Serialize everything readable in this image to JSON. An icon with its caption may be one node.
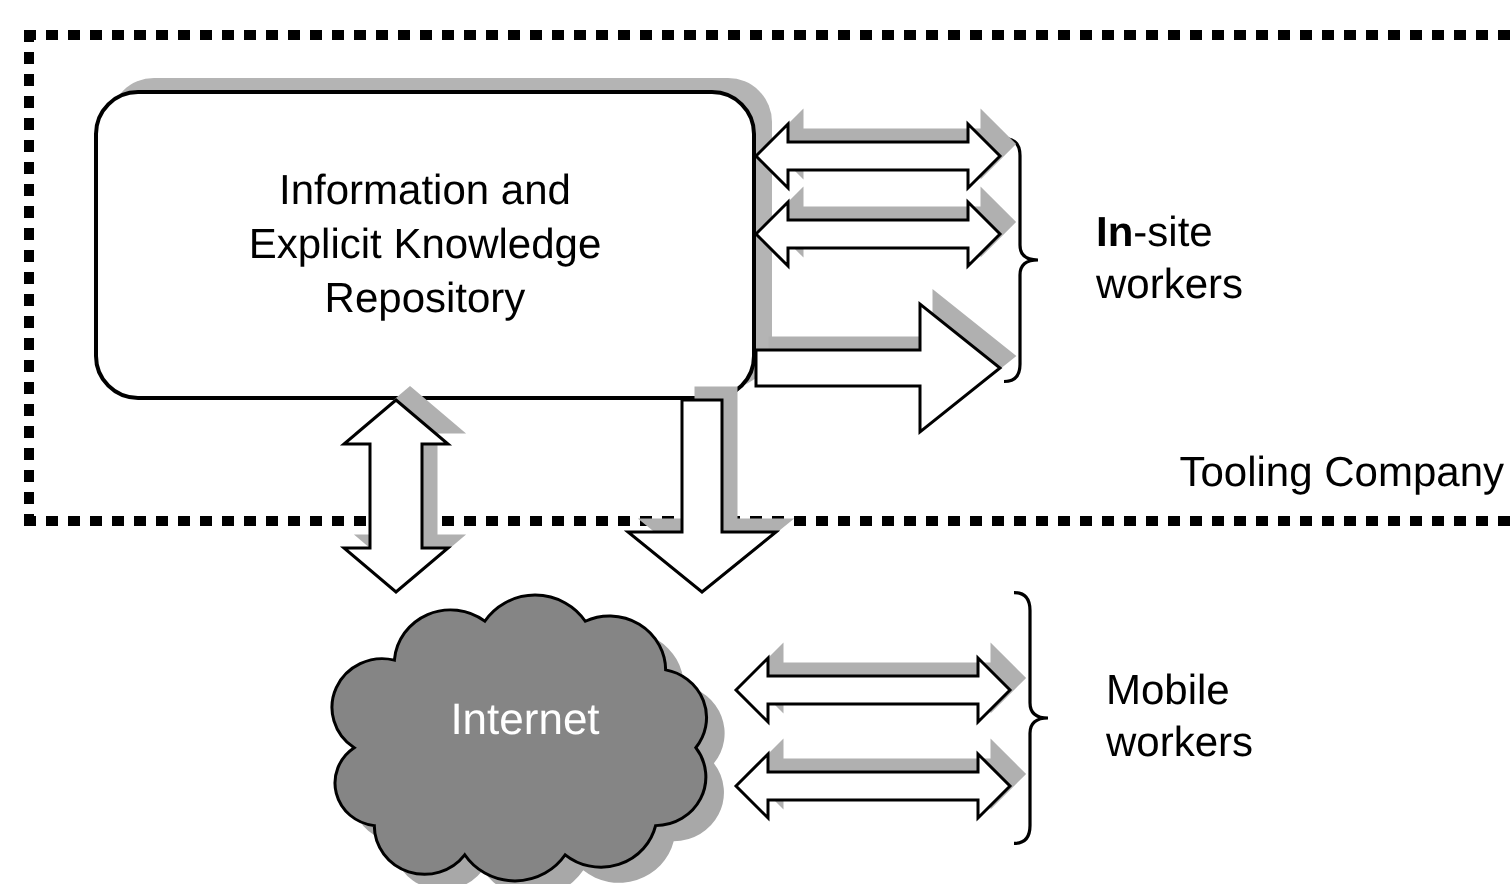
{
  "diagram": {
    "nodes": [
      {
        "text": [
          "Tooling Company"
        ]
      },
      {
        "text": [
          "Information and Explicit Knowledge Repository"
        ],
        "in": 0
      },
      {
        "text": [
          "Internet"
        ]
      },
      {
        "text": [
          "**In**-site workers"
        ],
        "in": 0
      },
      {
        "text": [
          "Mobile workers"
        ]
      }
    ],
    "edges": [
      {
        "from": 1,
        "to": 3,
        "arrow": "both"
      },
      {
        "from": 1,
        "to": 3,
        "arrow": "both"
      },
      {
        "from": 1,
        "to": 3,
        "arrow": "to"
      },
      {
        "from": 1,
        "to": 2,
        "arrow": "both"
      },
      {
        "from": 1,
        "to": 2,
        "arrow": "to"
      },
      {
        "from": 2,
        "to": 4,
        "arrow": "both"
      },
      {
        "from": 2,
        "to": 4,
        "arrow": "both"
      }
    ]
  }
}
